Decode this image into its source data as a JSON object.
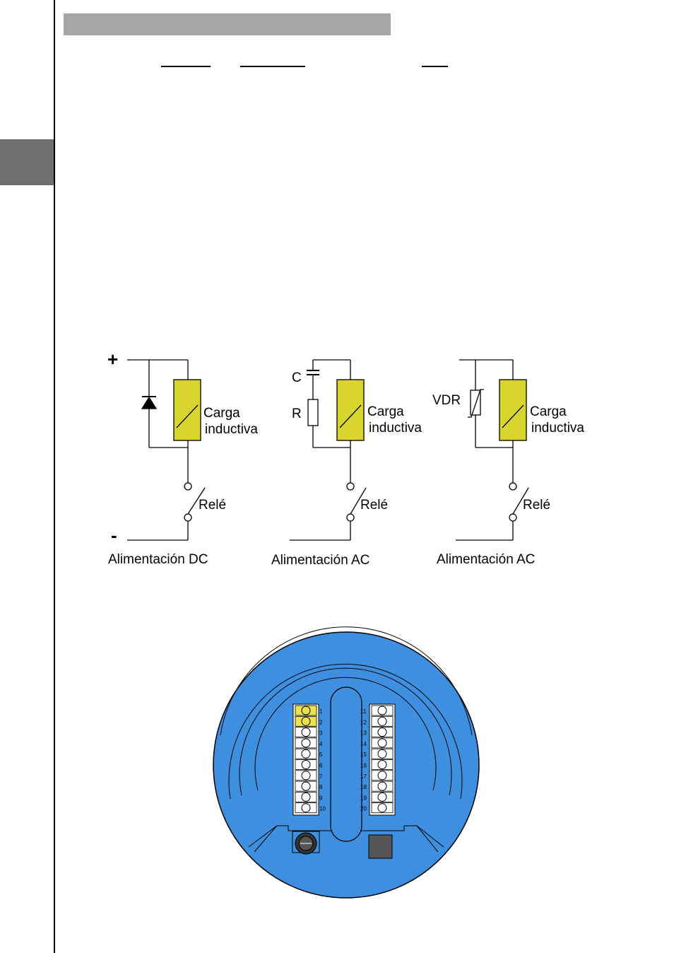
{
  "colors": {
    "coil_fill": "#d8d62e",
    "housing_fill": "#3f8fe0",
    "highlight_fill": "#e9e24a",
    "sidebar_tab": "#6f6f6f",
    "header_bar": "#a6a6a6"
  },
  "circuits": [
    {
      "type": "dc-diode",
      "plus_label": "+",
      "minus_label": "-",
      "load_label_line1": "Carga",
      "load_label_line2": "inductiva",
      "relay_label": "Relé",
      "caption": "Alimentación DC"
    },
    {
      "type": "ac-rc",
      "c_label": "C",
      "r_label": "R",
      "load_label_line1": "Carga",
      "load_label_line2": "inductiva",
      "relay_label": "Relé",
      "caption": "Alimentación AC"
    },
    {
      "type": "ac-vdr",
      "vdr_label": "VDR",
      "load_label_line1": "Carga",
      "load_label_line2": "inductiva",
      "relay_label": "Relé",
      "caption": "Alimentación AC"
    }
  ],
  "terminal_block": {
    "left_numbers": [
      "1",
      "2",
      "3",
      "4",
      "5",
      "6",
      "7",
      "8",
      "9",
      "10"
    ],
    "right_numbers": [
      "11",
      "12",
      "13",
      "14",
      "15",
      "16",
      "17",
      "18",
      "19",
      "20"
    ],
    "highlighted": [
      "1",
      "2"
    ]
  }
}
